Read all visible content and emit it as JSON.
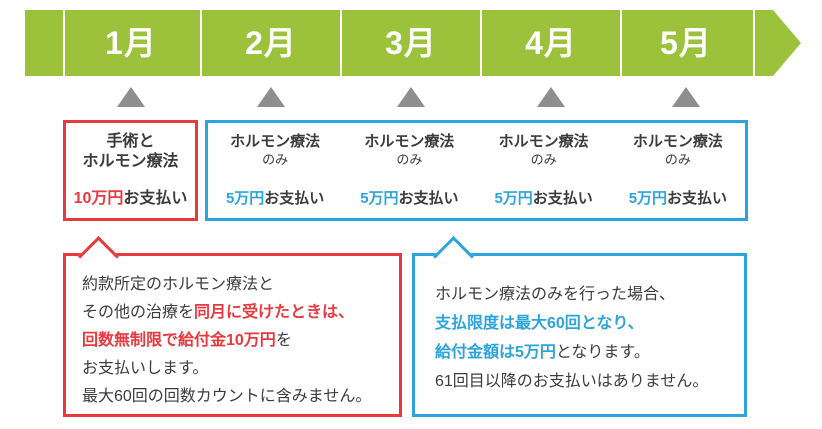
{
  "colors": {
    "timeline_green": "#9bc23a",
    "accent_red": "#e8393f",
    "accent_blue": "#2da4db",
    "marker_gray": "#8e8e8e",
    "text_dark": "#3c3c3c"
  },
  "timeline": {
    "months": [
      "1月",
      "2月",
      "3月",
      "4月",
      "5月"
    ]
  },
  "surgery_box": {
    "title_line1": "手術と",
    "title_line2": "ホルモン療法",
    "amount": "10万円",
    "amount_suffix": "お支払い"
  },
  "hormone_box": {
    "columns": [
      {
        "title": "ホルモン療法",
        "subtitle": "のみ",
        "amount": "5万円",
        "amount_suffix": "お支払い"
      },
      {
        "title": "ホルモン療法",
        "subtitle": "のみ",
        "amount": "5万円",
        "amount_suffix": "お支払い"
      },
      {
        "title": "ホルモン療法",
        "subtitle": "のみ",
        "amount": "5万円",
        "amount_suffix": "お支払い"
      },
      {
        "title": "ホルモン療法",
        "subtitle": "のみ",
        "amount": "5万円",
        "amount_suffix": "お支払い"
      }
    ]
  },
  "red_callout": {
    "line1": "約款所定のホルモン療法と",
    "line2_plain": "その他の治療を",
    "line2_em": "同月に受けたときは、",
    "line3_em": "回数無制限で給付金10万円",
    "line3_suffix": "を",
    "line4": "お支払いします。",
    "line5": "最大60回の回数カウントに含みません。"
  },
  "blue_callout": {
    "line1": "ホルモン療法のみを行った場合、",
    "line2_em": "支払限度は最大60回となり、",
    "line3_em": "給付金額は5万円",
    "line3_suffix": "となります。",
    "line4": "61回目以降のお支払いはありません。"
  }
}
